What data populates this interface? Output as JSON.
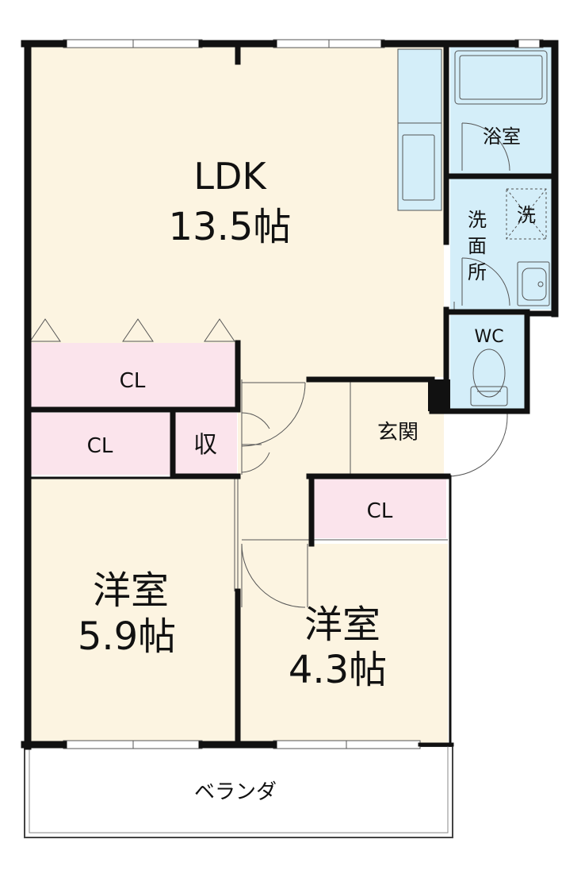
{
  "rooms": {
    "ldk": {
      "name": "LDK",
      "size": "13.5帖"
    },
    "bath": {
      "name": "浴室"
    },
    "washroom": {
      "name": [
        "洗",
        "面",
        "所"
      ]
    },
    "washer": {
      "name": "洗"
    },
    "wc": {
      "name": "WC"
    },
    "entrance": {
      "name": "玄関"
    },
    "storage": {
      "name": "収"
    },
    "closet_ldk": {
      "name": "CL"
    },
    "closet_west": {
      "name": "CL"
    },
    "closet_east": {
      "name": "CL"
    },
    "western_room_1": {
      "name": "洋室",
      "size": "5.9帖"
    },
    "western_room_2": {
      "name": "洋室",
      "size": "4.3帖"
    },
    "veranda": {
      "name": "ベランダ"
    }
  },
  "colors": {
    "floor": "#fcf4e1",
    "closet": "#fbe4ec",
    "wet_area": "#d4eef9",
    "wall": "#111111"
  }
}
